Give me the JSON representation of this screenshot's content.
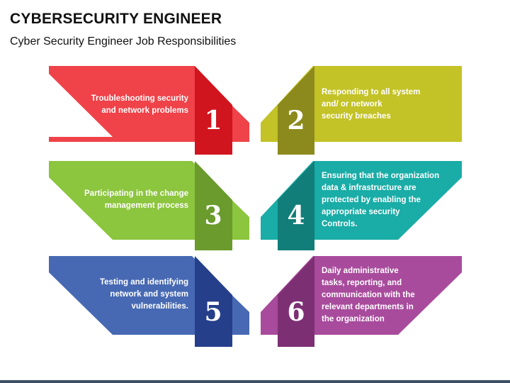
{
  "title": "CYBERSECURITY ENGINEER",
  "subtitle": "Cyber Security Engineer Job Responsibilities",
  "items": [
    {
      "number": "1",
      "text": "Troubleshooting security\nand network problems",
      "color": "#ef4249",
      "dark": "#d0151e"
    },
    {
      "number": "2",
      "text": "Responding to all system\nand/ or network\nsecurity breaches",
      "color": "#c3c227",
      "dark": "#8c8a1c"
    },
    {
      "number": "3",
      "text": "Participating in the change\nmanagement process",
      "color": "#8cc53e",
      "dark": "#6a9b2c"
    },
    {
      "number": "4",
      "text": "Ensuring that the organization\ndata & infrastructure are\nprotected by enabling the\nappropriate security\nControls.",
      "color": "#1aaca6",
      "dark": "#117e79"
    },
    {
      "number": "5",
      "text": "Testing and identifying\nnetwork and system\nvulnerabilities.",
      "color": "#4769b3",
      "dark": "#263f8a"
    },
    {
      "number": "6",
      "text": "Daily administrative\ntasks, reporting, and\ncommunication with the\nrelevant departments in\nthe organization",
      "color": "#a84b9c",
      "dark": "#7d2f74"
    }
  ]
}
